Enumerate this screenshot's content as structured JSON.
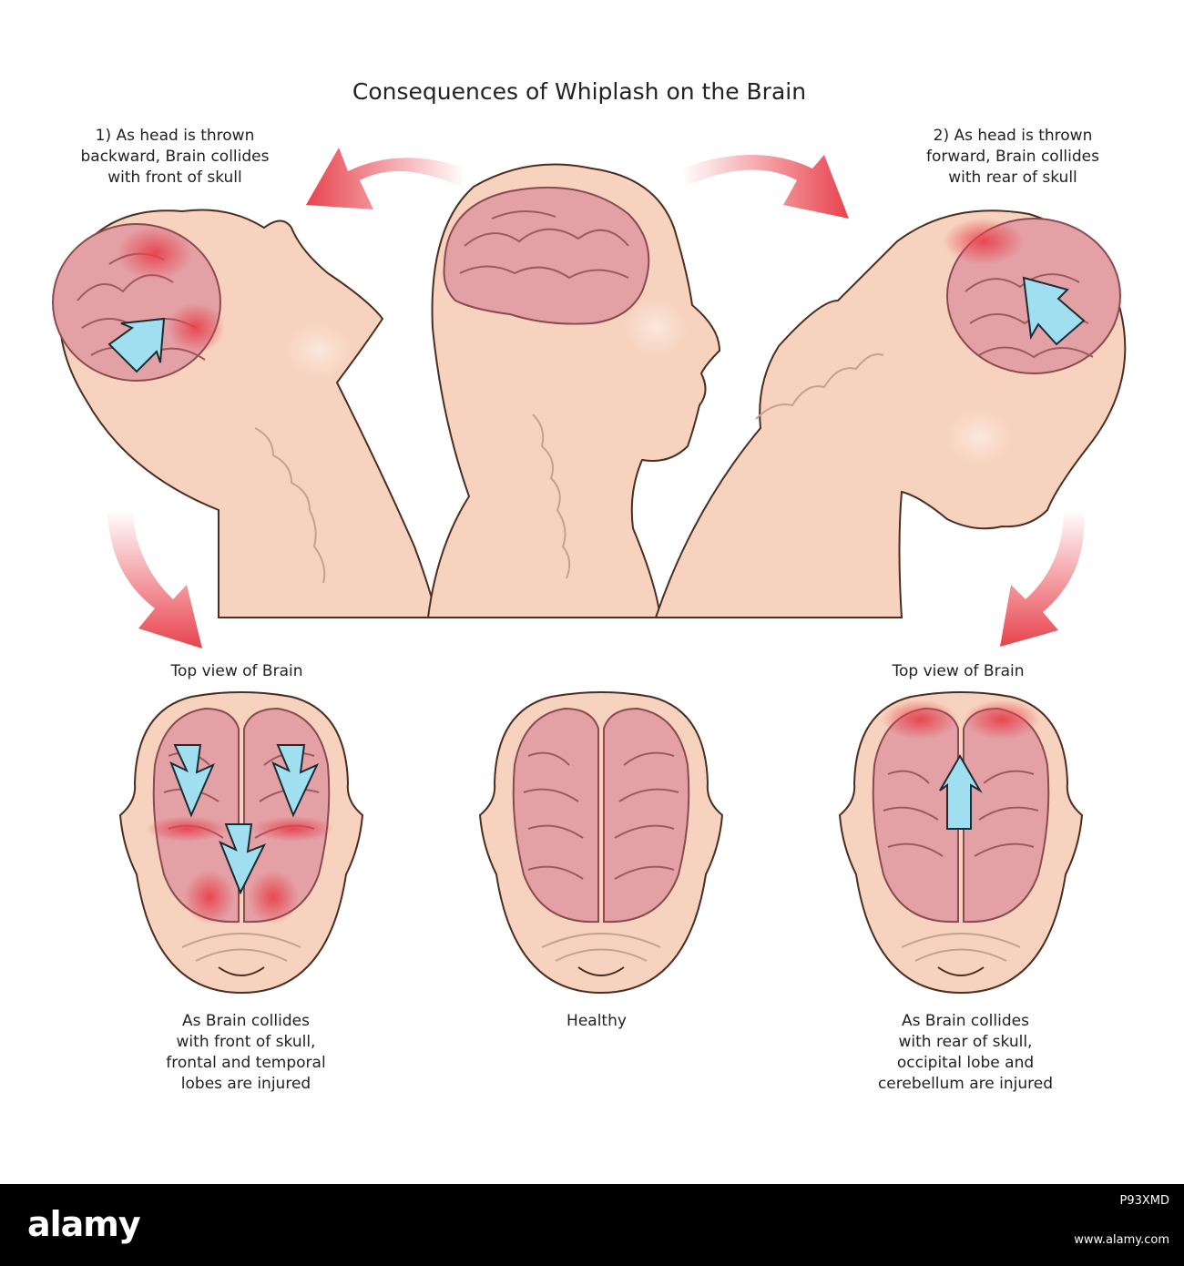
{
  "title": "Consequences of Whiplash on the Brain",
  "captions": {
    "step1": [
      "1) As head is thrown",
      "backward, Brain collides",
      "with front of skull"
    ],
    "step2": [
      "2) As head is thrown",
      "forward, Brain collides",
      "with rear of skull"
    ],
    "topview_left": [
      "Top view of Brain"
    ],
    "topview_right": [
      "Top view of Brain"
    ],
    "left_result": [
      "As Brain collides",
      "with front of skull,",
      "frontal and temporal",
      "lobes are injured"
    ],
    "center_result": [
      "Healthy"
    ],
    "right_result": [
      "As Brain collides",
      "with rear of skull,",
      "occipital lobe and",
      "cerebellum are injured"
    ]
  },
  "watermark": {
    "logo": "alamy",
    "image_id": "P93XMD",
    "url": "www.alamy.com"
  },
  "colors": {
    "skin": "#f7d3bf",
    "skin_outline": "#4a2e22",
    "brain": "#e3a1a6",
    "injury": "#e8434d",
    "impact_arrow": "#9fdff0",
    "motion_arrow": "#e8434d"
  }
}
